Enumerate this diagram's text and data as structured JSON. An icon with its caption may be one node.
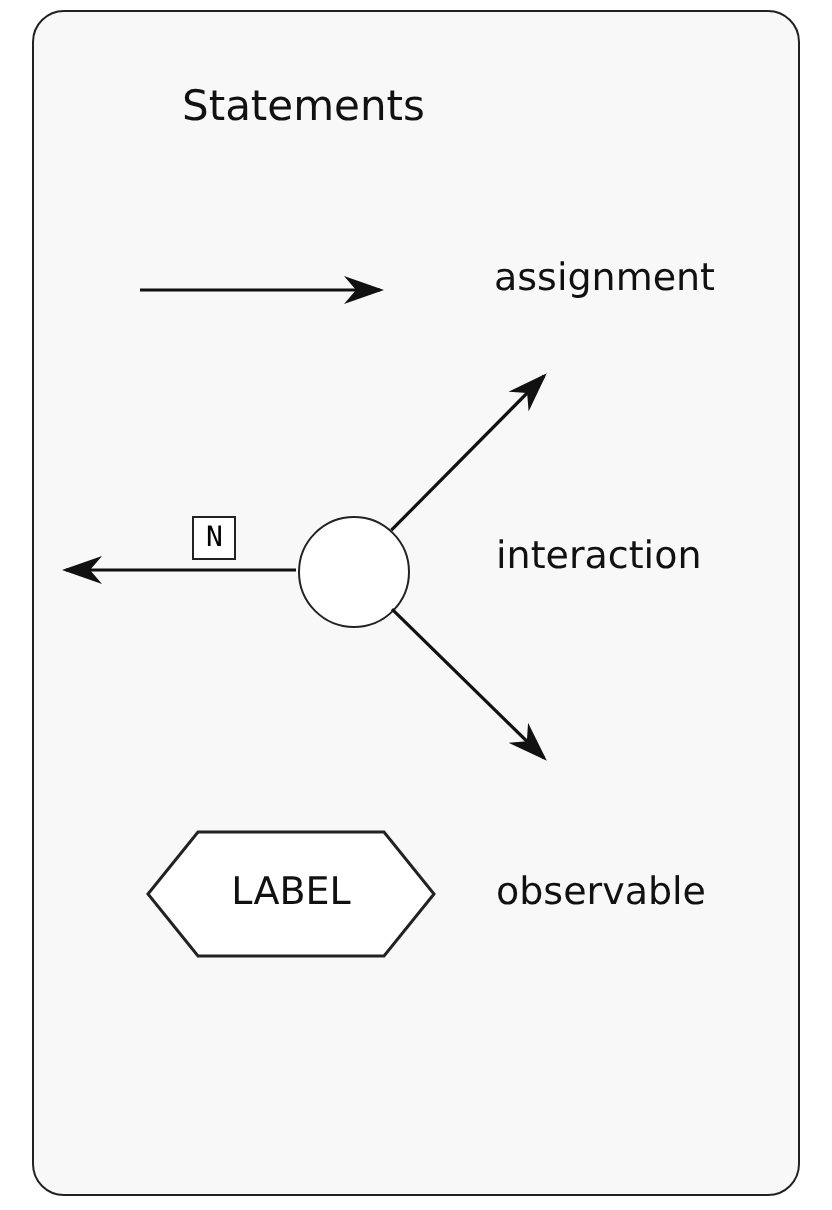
{
  "diagram": {
    "nodes": [
      {
        "text": [
          "Statements"
        ]
      },
      {
        "text": [],
        "shape": "circle",
        "in": 0,
        "beside": [
          "interaction"
        ]
      },
      {
        "text": [
          "LABEL"
        ],
        "in": 0,
        "beside": [
          "observable"
        ]
      }
    ],
    "edges": [
      {
        "from": 1,
        "to": null,
        "arrow": "to"
      },
      {
        "from": 1,
        "to": null,
        "arrow": "to",
        "label": "N"
      },
      {
        "from": 1,
        "to": null,
        "arrow": "to"
      }
    ],
    "legend": [
      {
        "text": "assignment"
      }
    ]
  }
}
